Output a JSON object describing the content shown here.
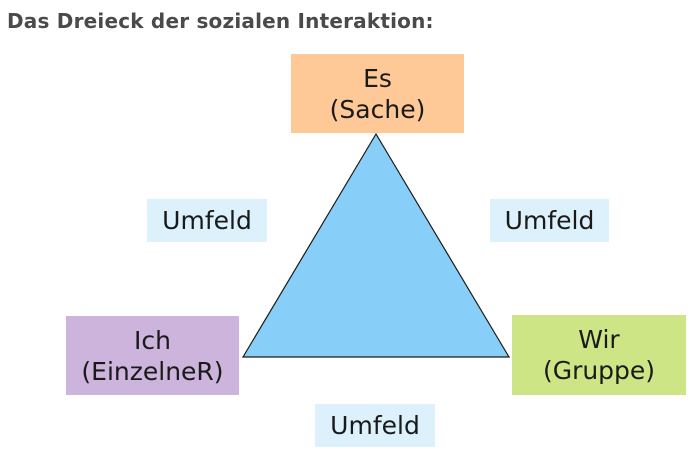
{
  "title": "Das Dreieck der sozialen Interaktion:",
  "nodes": {
    "es": {
      "line1": "Es",
      "line2": "(Sache)"
    },
    "ich": {
      "line1": "Ich",
      "line2": "(EinzelneR)"
    },
    "wir": {
      "line1": "Wir",
      "line2": "(Gruppe)"
    }
  },
  "environment": {
    "left": "Umfeld",
    "right": "Umfeld",
    "bottom": "Umfeld"
  },
  "colors": {
    "es_box": "#fec897",
    "ich_box": "#ccb4dc",
    "wir_box": "#cee586",
    "umfeld_box": "#dcf1fb",
    "triangle_fill": "#87cff8",
    "triangle_stroke": "#1a1a1a"
  }
}
